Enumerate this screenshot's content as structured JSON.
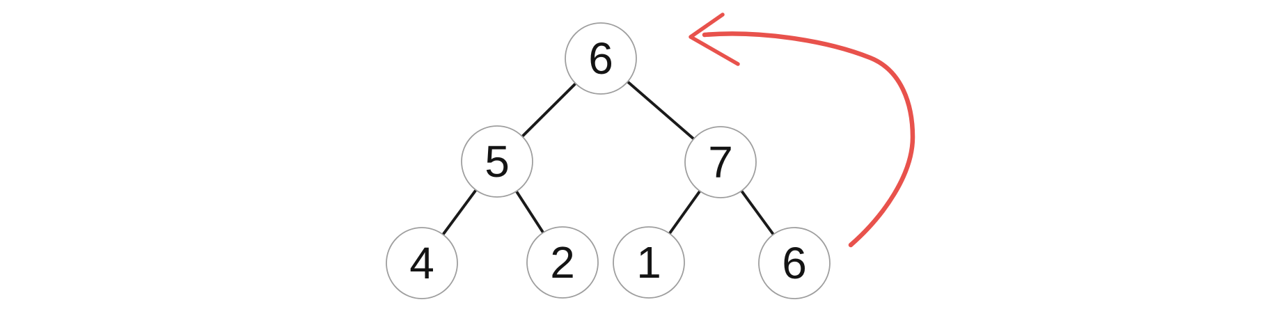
{
  "tree": {
    "nodes": [
      {
        "id": "root",
        "value": "6"
      },
      {
        "id": "left",
        "value": "5"
      },
      {
        "id": "right",
        "value": "7"
      },
      {
        "id": "left-left",
        "value": "4"
      },
      {
        "id": "left-right",
        "value": "2"
      },
      {
        "id": "right-left",
        "value": "1"
      },
      {
        "id": "right-right",
        "value": "6"
      }
    ],
    "edges": [
      {
        "from": "root",
        "to": "left"
      },
      {
        "from": "root",
        "to": "right"
      },
      {
        "from": "left",
        "to": "left-left"
      },
      {
        "from": "left",
        "to": "left-right"
      },
      {
        "from": "right",
        "to": "right-left"
      },
      {
        "from": "right",
        "to": "right-right"
      }
    ]
  },
  "annotation": {
    "type": "hand-drawn-arrow",
    "points_to": "root",
    "color": "#e8524c"
  },
  "colors": {
    "background": "#ffffff",
    "node_fill": "#ffffff",
    "node_stroke": "#9e9e9e",
    "edge_stroke": "#1a1a1a",
    "value_text": "#141414",
    "arrow": "#e8524c"
  }
}
